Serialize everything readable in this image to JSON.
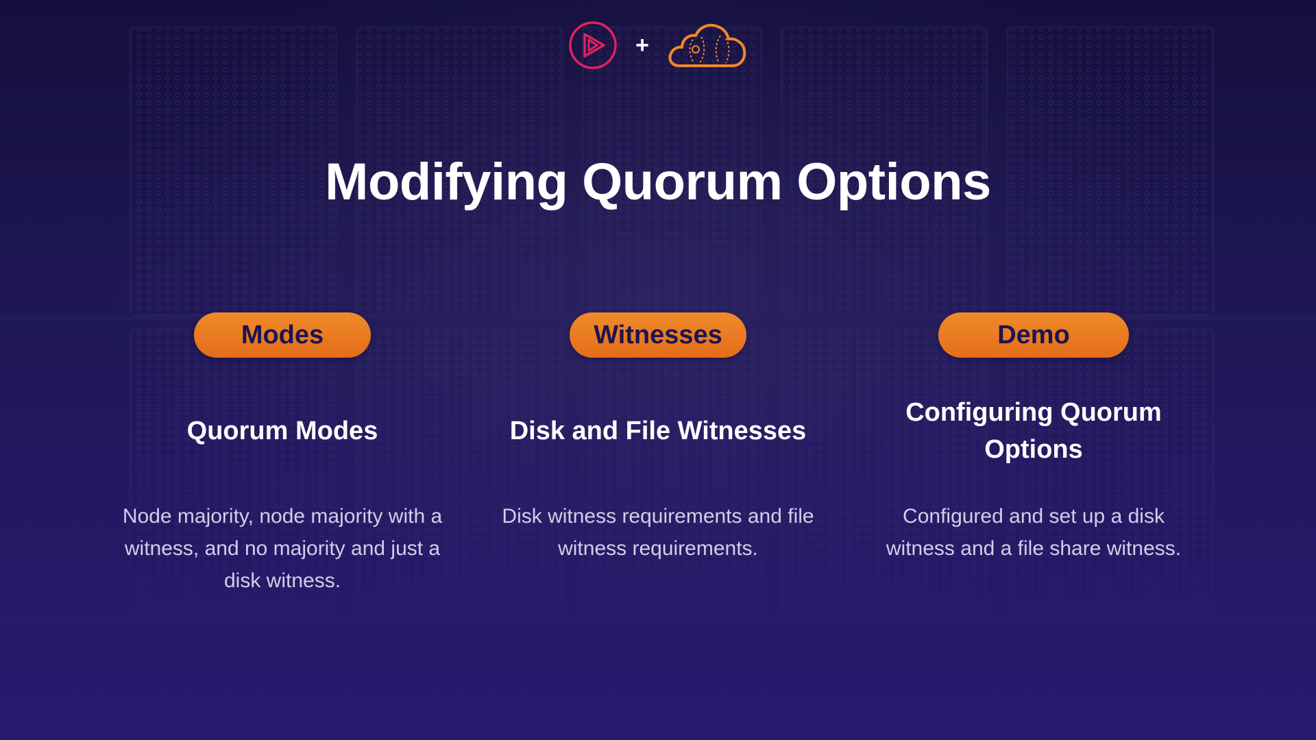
{
  "header": {
    "logo_left_icon": "pluralsight-play-icon",
    "plus": "+",
    "logo_right_icon": "cloud-guru-icon"
  },
  "title": "Modifying Quorum Options",
  "columns": [
    {
      "badge": "Modes",
      "subtitle": "Quorum Modes",
      "description": "Node majority, node majority with a witness, and no majority and just a disk witness."
    },
    {
      "badge": "Witnesses",
      "subtitle": "Disk and File Witnesses",
      "description": "Disk witness requirements and file witness requirements."
    },
    {
      "badge": "Demo",
      "subtitle": "Configuring Quorum Options",
      "description": "Configured and set up a disk witness and a file share witness."
    }
  ],
  "colors": {
    "background": "#1d1752",
    "accent_orange": "#e8761f",
    "logo_pink": "#e0225e",
    "text_white": "#ffffff",
    "text_muted": "#d2cfe6"
  }
}
